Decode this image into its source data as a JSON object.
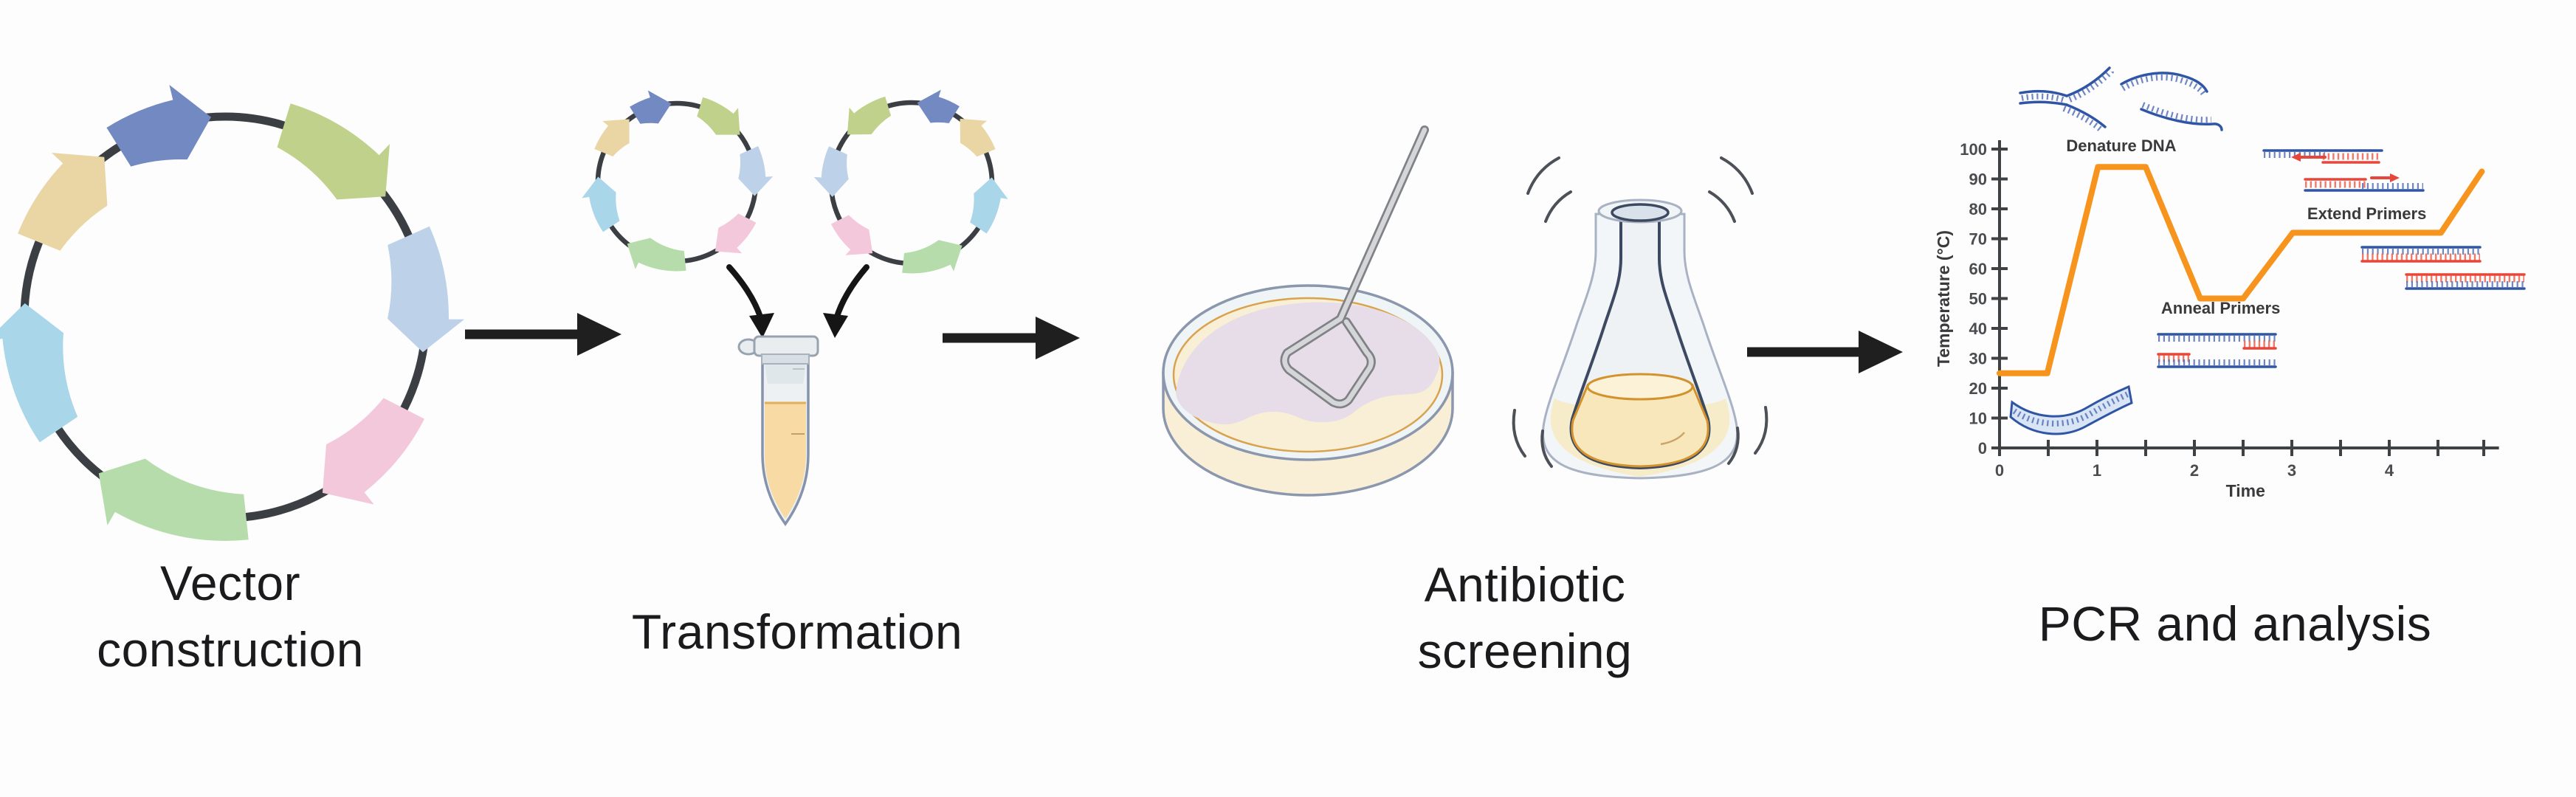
{
  "figure": {
    "description": "Molecular cloning workflow diagram",
    "background": "#fdfdfe"
  },
  "workflow": {
    "steps": [
      {
        "id": "vector-construction",
        "label": "Vector construction",
        "lines": [
          "Vector",
          "construction"
        ]
      },
      {
        "id": "transformation",
        "label": "Transformation",
        "lines": [
          "Transformation"
        ]
      },
      {
        "id": "antibiotic-screening",
        "label": "Antibiotic screening",
        "lines": [
          "Antibiotic",
          "screening"
        ]
      },
      {
        "id": "pcr-analysis",
        "label": "PCR and analysis",
        "lines": [
          "PCR and analysis"
        ]
      }
    ],
    "arrow_color": "#1f1f1f"
  },
  "plasmid": {
    "ring_color": "#3b3e42",
    "segments": [
      {
        "name": "segment-olive",
        "color": "#c0d18b",
        "start": -73,
        "end": -37
      },
      {
        "name": "segment-steel-blue",
        "color": "#bdd2e8",
        "start": -24,
        "end": 10
      },
      {
        "name": "segment-pink",
        "color": "#f2c8da",
        "start": 27,
        "end": 61
      },
      {
        "name": "segment-green",
        "color": "#b7dcab",
        "start": 84,
        "end": 129
      },
      {
        "name": "segment-cyan",
        "color": "#a9d6e9",
        "start": 146,
        "end": 184
      },
      {
        "name": "segment-tan",
        "color": "#e9d6a4",
        "start": 202,
        "end": 233
      },
      {
        "name": "segment-slate-blue",
        "color": "#7289c1",
        "start": 238,
        "end": 266
      }
    ]
  },
  "tube": {
    "liquid_color": "#f8dba4",
    "glass_color": "#edf1f3",
    "outline_color": "#8593ad"
  },
  "petri_dish": {
    "agar_color": "#f9efd6",
    "spread_color": "#e6dde8",
    "rim_color": "#8b97ad",
    "agar_rim_color": "#d9a24c"
  },
  "flask": {
    "glass_outer": "#a8b2c2",
    "glass_inner": "#3c4960",
    "liquid_color": "#f8e7ba",
    "liquid_rim": "#d2922e"
  },
  "chart_data": {
    "type": "line",
    "title": "PCR thermocycling profile",
    "xlabel": "Time",
    "ylabel": "Temperature (°C)",
    "xlim": [
      0,
      5.05
    ],
    "ylim": [
      0,
      100
    ],
    "xticks": [
      0,
      1,
      2,
      3,
      4
    ],
    "minor_xticks": [
      0.5,
      1.5,
      2.5,
      3.5,
      4.5,
      4.97
    ],
    "yticks": [
      0,
      10,
      20,
      30,
      40,
      50,
      60,
      70,
      80,
      90,
      100
    ],
    "grid": false,
    "line_color": "#F7941D",
    "dna_blue": "#2F55A4",
    "primer_red": "#E8463A",
    "series": [
      {
        "name": "temperature",
        "points": [
          [
            0,
            25
          ],
          [
            0.49,
            25
          ],
          [
            1.01,
            94
          ],
          [
            1.5,
            94
          ],
          [
            2.06,
            50
          ],
          [
            2.5,
            50
          ],
          [
            3.01,
            72
          ],
          [
            4.53,
            72
          ],
          [
            4.95,
            92.5
          ]
        ]
      }
    ],
    "annotations": [
      {
        "text": "Denature DNA",
        "x": 1.25,
        "y": 101
      },
      {
        "text": "Anneal Primers",
        "x": 2.27,
        "y": 46.7
      },
      {
        "text": "Extend Primers",
        "x": 3.77,
        "y": 78.3
      }
    ]
  }
}
